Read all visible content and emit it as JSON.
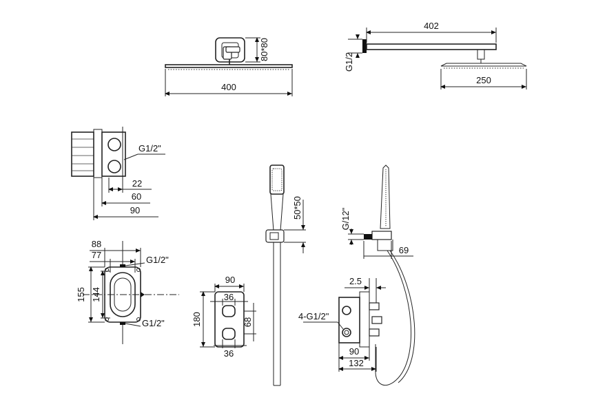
{
  "dimensions": {
    "showerhead_front": {
      "width": "400",
      "bracket": "80*80"
    },
    "showerhead_side": {
      "arm_length": "402",
      "thread": "G1/2",
      "head_width": "250"
    },
    "valve_side": {
      "thread": "G1/2\"",
      "d1": "22",
      "d2": "60",
      "d3": "90"
    },
    "valve_front": {
      "w_outer": "88",
      "w_inner": "77",
      "h_outer": "155",
      "h_inner": "144",
      "thread_top": "G1/2\"",
      "thread_bottom": "G1/2\""
    },
    "plate": {
      "width": "90",
      "height": "180",
      "knob_top": "36",
      "knob_bottom": "36",
      "spacing": "68"
    },
    "handshower": {
      "size": "50*50"
    },
    "assembly_side": {
      "thread": "G/12\"",
      "depth": "69",
      "offset": "2.5",
      "outlets": "4-G1/2\"",
      "d1": "90",
      "d2": "132"
    }
  }
}
